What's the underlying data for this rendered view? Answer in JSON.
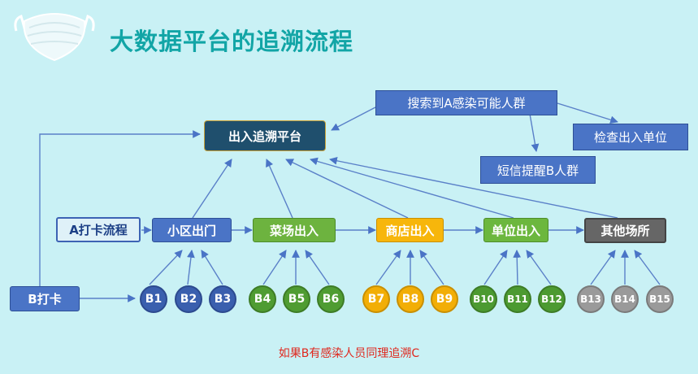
{
  "title": "大数据平台的追溯流程",
  "platform": "出入追溯平台",
  "search": "搜索到A感染可能人群",
  "check": "检查出入单位",
  "sms": "短信提醒B人群",
  "a_flow": "A打卡流程",
  "b_checkin": "B打卡",
  "stages": [
    {
      "label": "小区出门",
      "nodes": [
        "B1",
        "B2",
        "B3"
      ]
    },
    {
      "label": "菜场出入",
      "nodes": [
        "B4",
        "B5",
        "B6"
      ]
    },
    {
      "label": "商店出入",
      "nodes": [
        "B7",
        "B8",
        "B9"
      ]
    },
    {
      "label": "单位出入",
      "nodes": [
        "B10",
        "B11",
        "B12"
      ]
    },
    {
      "label": "其他场所",
      "nodes": [
        "B13",
        "B14",
        "B15"
      ]
    }
  ],
  "footnote": "如果B有感染人员同理追溯C",
  "colors": {
    "background": "#c9f1f5",
    "title": "#12a5a6",
    "footnote": "#e0281e",
    "stage_1": "#dff1f8",
    "stage_2": "#6db33f",
    "stage_3": "#f7b60b",
    "stage_4": "#6cb73e",
    "stage_5": "#666666"
  },
  "icons": [
    "face-mask-icon"
  ]
}
